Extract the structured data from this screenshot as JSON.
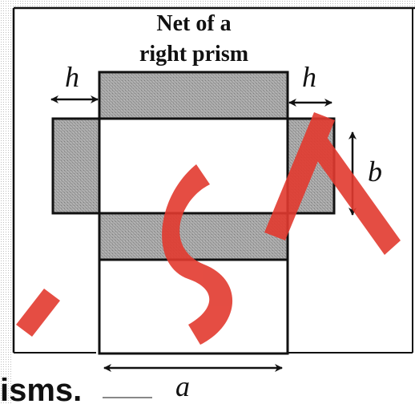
{
  "diagram": {
    "title_line1": "Net of a",
    "title_line2": "right prism",
    "label_h_left": "h",
    "label_h_right": "h",
    "label_b": "b",
    "label_a": "a",
    "partial_heading": "isms.",
    "watermark_text": "S"
  },
  "colors": {
    "outline": "#111111",
    "shaded_face": "#a9a9a9",
    "watermark": "#e23a2f",
    "frame_speckle": "#c8c8c8"
  }
}
